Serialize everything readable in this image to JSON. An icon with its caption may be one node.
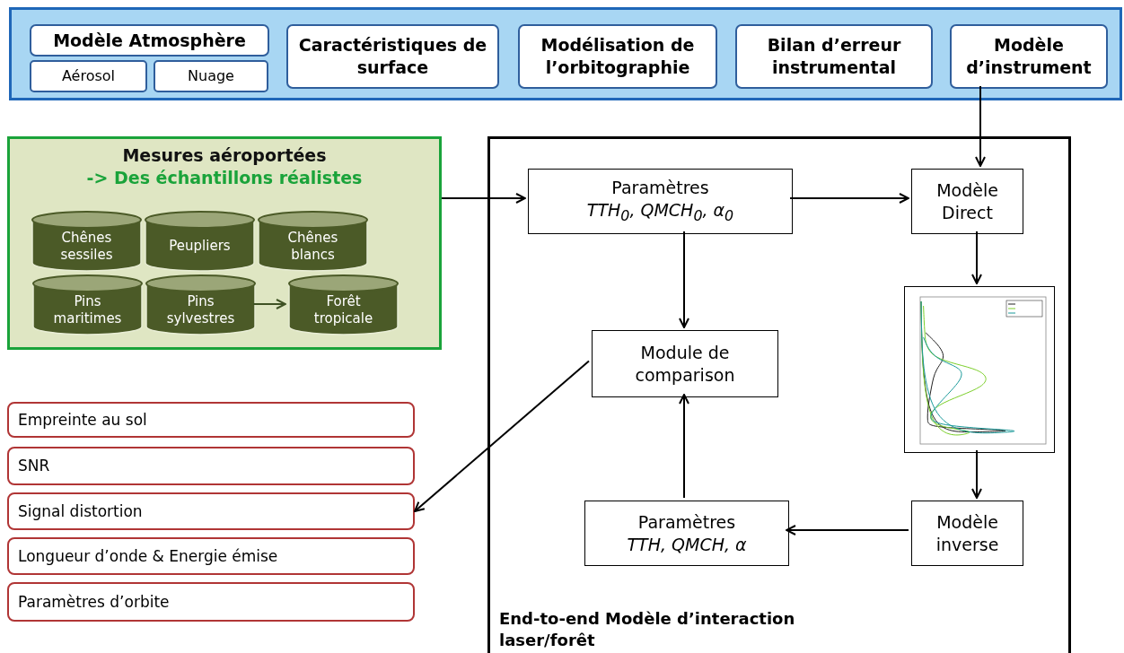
{
  "diagram": {
    "nodes": [
      {
        "text": [],
        "shape": "box"
      },
      {
        "text": [
          "Modèle Atmosphère"
        ],
        "in": 0
      },
      {
        "text": [
          "Aérosol"
        ],
        "in": 0
      },
      {
        "text": [
          "Nuage"
        ],
        "in": 0
      },
      {
        "text": [
          "Caractéristiques de surface"
        ],
        "in": 0
      },
      {
        "text": [
          "Modélisation de l’orbitographie"
        ],
        "in": 0
      },
      {
        "text": [
          "Bilan d’erreur instrumental"
        ],
        "in": 0
      },
      {
        "text": [
          "Modèle d’instrument"
        ],
        "in": 0
      },
      {
        "text": [
          "Mesures aéroportées",
          "-> Des échantillons réalistes"
        ]
      },
      {
        "text": [
          "Chênes sessiles"
        ],
        "in": 8
      },
      {
        "text": [
          "Peupliers"
        ],
        "in": 8
      },
      {
        "text": [
          "Chênes blancs"
        ],
        "in": 8
      },
      {
        "text": [
          "Pins maritimes"
        ],
        "in": 8
      },
      {
        "text": [
          "Pins sylvestres"
        ],
        "in": 8
      },
      {
        "text": [
          "Forêt tropicale"
        ],
        "in": 8
      },
      {
        "text": [
          "End-to-end Modèle d’interaction laser/forêt"
        ]
      },
      {
        "text": [
          "Paramètres",
          "TTH$_{0}$, QMCH$_{0}$, α$_{0}$"
        ],
        "in": 15
      },
      {
        "text": [
          "Modèle Direct"
        ],
        "in": 15
      },
      {
        "text": [],
        "shape": "picture",
        "in": 15
      },
      {
        "text": [
          "Module de comparison"
        ],
        "in": 15
      },
      {
        "text": [
          "Paramètres",
          "TTH, QMCH, α"
        ],
        "in": 15
      },
      {
        "text": [
          "Modèle inverse"
        ],
        "in": 15
      },
      {
        "text": [
          "Empreinte au sol"
        ]
      },
      {
        "text": [
          "SNR"
        ]
      },
      {
        "text": [
          "Signal distortion"
        ]
      },
      {
        "text": [
          "Longueur d’onde & Energie émise"
        ]
      },
      {
        "text": [
          "Paramètres d’orbite"
        ]
      }
    ],
    "edges": [
      {
        "from": 7,
        "to": 17,
        "arrow": "to"
      },
      {
        "from": 8,
        "to": 16,
        "arrow": "to"
      },
      {
        "from": 13,
        "to": 14,
        "arrow": "to",
        "color": "#3f5224"
      },
      {
        "from": 16,
        "to": 17,
        "arrow": "to"
      },
      {
        "from": 16,
        "to": 19,
        "arrow": "to"
      },
      {
        "from": 17,
        "to": 18,
        "arrow": "to"
      },
      {
        "from": 18,
        "to": 21,
        "arrow": "to"
      },
      {
        "from": 21,
        "to": 20,
        "arrow": "to"
      },
      {
        "from": 20,
        "to": 19,
        "arrow": "to"
      },
      {
        "from": 19,
        "to": 24,
        "arrow": "to"
      }
    ]
  }
}
